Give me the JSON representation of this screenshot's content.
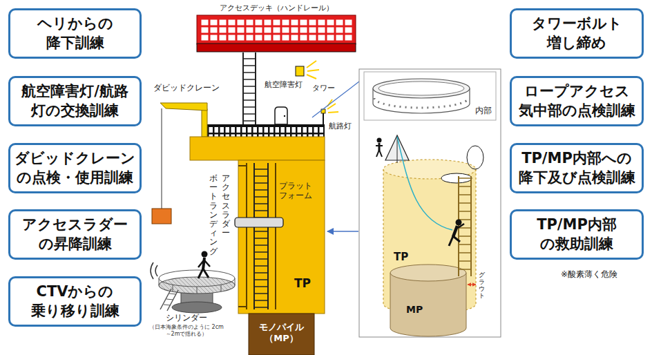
{
  "diagram": {
    "nodes": [
      {
        "text": [
          "ヘリからの 降下訓練"
        ]
      },
      {
        "text": [
          "航空障害灯/航路 灯の交換訓練"
        ]
      },
      {
        "text": [
          "ダビッドクレーン の点検・使用訓練"
        ]
      },
      {
        "text": [
          "アクセスラダー の昇降訓練"
        ]
      },
      {
        "text": [
          "CTVからの 乗り移り訓練"
        ]
      },
      {
        "text": [
          "タワーボルト 増し締め"
        ]
      },
      {
        "text": [
          "ロープアクセス 気中部の点検訓練"
        ]
      },
      {
        "text": [
          "TP/MP内部への 降下及び点検訓練"
        ]
      },
      {
        "text": [
          "TP/MP内部 の救助訓練"
        ]
      }
    ],
    "labels": [
      "アクセスデッキ（ハンドレール）",
      "ダビッドクレーン",
      "航空障害灯",
      "タワー",
      "航路灯",
      "アクセスラダー",
      "ボートランディング",
      "プラット フォーム",
      "TP",
      "モノパイル （MP）",
      "シリンダー",
      "（日本海象条件のように 2cm～2mで揺れる）",
      "内部",
      "TP",
      "グラウト",
      "MP",
      "※酸素薄く危険"
    ]
  }
}
